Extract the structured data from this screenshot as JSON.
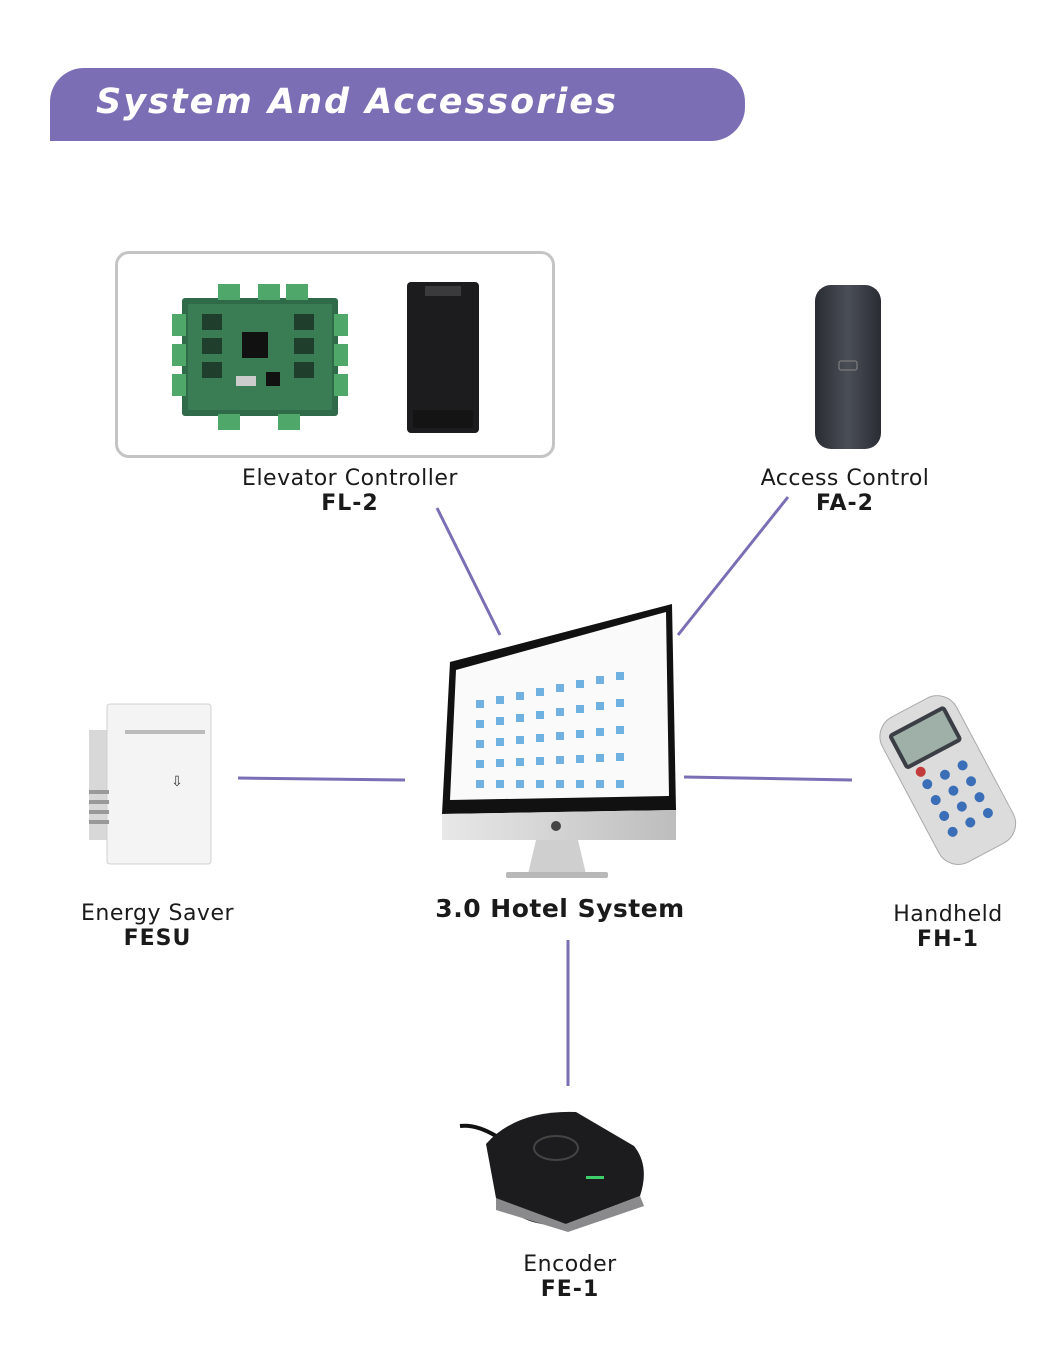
{
  "header": {
    "title": "System And Accessories"
  },
  "hub": {
    "label": "3.0 Hotel System"
  },
  "devices": [
    {
      "name": "Elevator Controller",
      "model": "FL-2"
    },
    {
      "name": "Access Control",
      "model": "FA-2"
    },
    {
      "name": "Energy Saver",
      "model": "FESU"
    },
    {
      "name": "Handheld",
      "model": "FH-1"
    },
    {
      "name": "Encoder",
      "model": "FE-1"
    }
  ],
  "colors": {
    "accent": "#7b6eb5",
    "frame": "#c4c4c4",
    "text": "#1a1a1a"
  }
}
